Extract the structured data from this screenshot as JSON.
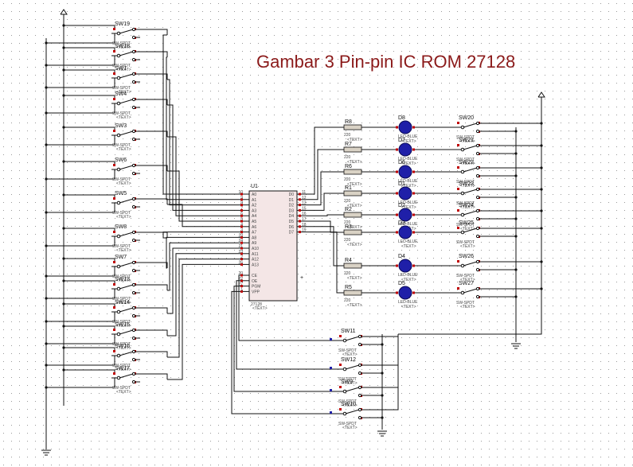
{
  "title": "Gambar 3 Pin-pin IC ROM 27128",
  "colors": {
    "title": "#8b1a1a",
    "ic_body": "#f4e6e6",
    "led": "#1f1fa8",
    "resistor": "#d9d2c5",
    "pin": "#c00000",
    "wire": "#111111",
    "grid": "#9a9a9a"
  },
  "ic": {
    "ref": "U1",
    "part": "27128",
    "text": "<TEXT>",
    "left_pins": [
      {
        "num": "10",
        "name": "A0"
      },
      {
        "num": "9",
        "name": "A1"
      },
      {
        "num": "8",
        "name": "A2"
      },
      {
        "num": "7",
        "name": "A3"
      },
      {
        "num": "6",
        "name": "A4"
      },
      {
        "num": "5",
        "name": "A5"
      },
      {
        "num": "4",
        "name": "A6"
      },
      {
        "num": "3",
        "name": "A7"
      },
      {
        "num": "25",
        "name": "A8"
      },
      {
        "num": "24",
        "name": "A9"
      },
      {
        "num": "21",
        "name": "A10"
      },
      {
        "num": "23",
        "name": "A11"
      },
      {
        "num": "2",
        "name": "A12"
      },
      {
        "num": "26",
        "name": "A13"
      }
    ],
    "ctrl_pins": [
      {
        "num": "20",
        "name": "CE"
      },
      {
        "num": "22",
        "name": "OE"
      },
      {
        "num": "27",
        "name": "PGM"
      },
      {
        "num": "1",
        "name": "VPP"
      }
    ],
    "right_pins": [
      {
        "num": "11",
        "name": "D0"
      },
      {
        "num": "12",
        "name": "D1"
      },
      {
        "num": "13",
        "name": "D2"
      },
      {
        "num": "15",
        "name": "D3"
      },
      {
        "num": "16",
        "name": "D4"
      },
      {
        "num": "17",
        "name": "D5"
      },
      {
        "num": "18",
        "name": "D6"
      },
      {
        "num": "19",
        "name": "D7"
      }
    ]
  },
  "resistors": [
    {
      "ref": "R8",
      "value": "220",
      "text": "<TEXT>"
    },
    {
      "ref": "R7",
      "value": "220",
      "text": "<TEXT>"
    },
    {
      "ref": "R6",
      "value": "220",
      "text": "<TEXT>"
    },
    {
      "ref": "R1",
      "value": "220",
      "text": "<TEXT>"
    },
    {
      "ref": "R2",
      "value": "220",
      "text": "<TEXT>"
    },
    {
      "ref": "R3",
      "value": "220",
      "text": "<TEXT>"
    },
    {
      "ref": "R4",
      "value": "220",
      "text": "<TEXT>"
    },
    {
      "ref": "R5",
      "value": "220",
      "text": "<TEXT>"
    }
  ],
  "leds": [
    {
      "ref": "D8",
      "part": "LED-BLUE",
      "text": "<TEXT>"
    },
    {
      "ref": "D7",
      "part": "LED-BLUE",
      "text": "<TEXT>"
    },
    {
      "ref": "D6",
      "part": "LED-BLUE",
      "text": "<TEXT>"
    },
    {
      "ref": "D1",
      "part": "LED-BLUE",
      "text": "<TEXT>"
    },
    {
      "ref": "D2",
      "part": "LED-BLUE",
      "text": "<TEXT>"
    },
    {
      "ref": "D3",
      "part": "LED-BLUE",
      "text": "<TEXT>"
    },
    {
      "ref": "D4",
      "part": "LED-BLUE",
      "text": "<TEXT>"
    },
    {
      "ref": "D5",
      "part": "LED-BLUE",
      "text": "<TEXT>"
    }
  ],
  "left_switches": [
    {
      "ref": "SW19",
      "part": "SW-SPDT",
      "text": "<TEXT>"
    },
    {
      "ref": "SW18",
      "part": "SW-SPDT",
      "text": "<TEXT>"
    },
    {
      "ref": "SW1",
      "part": "SW-SPDT",
      "text": "<TEXT>"
    },
    {
      "ref": "SW4",
      "part": "SW-SPDT",
      "text": "<TEXT>"
    },
    {
      "ref": "SW3",
      "part": "SW-SPDT",
      "text": "<TEXT>"
    },
    {
      "ref": "SW6",
      "part": "SW-SPDT",
      "text": "<TEXT>"
    },
    {
      "ref": "SW5",
      "part": "SW-SPDT",
      "text": "<TEXT>"
    },
    {
      "ref": "SW8",
      "part": "SW-SPDT",
      "text": "<TEXT>"
    },
    {
      "ref": "SW7",
      "part": "SW-SPDT",
      "text": "<TEXT>"
    },
    {
      "ref": "SW13",
      "part": "SW-SPDT",
      "text": "<TEXT>"
    },
    {
      "ref": "SW14",
      "part": "SW-SPDT",
      "text": "<TEXT>"
    },
    {
      "ref": "SW15",
      "part": "SW-SPDT",
      "text": "<TEXT>"
    },
    {
      "ref": "SW16",
      "part": "SW-SPDT",
      "text": "<TEXT>"
    },
    {
      "ref": "SW17",
      "part": "SW-SPDT",
      "text": "<TEXT>"
    }
  ],
  "right_switches": [
    {
      "ref": "SW20",
      "part": "SW-SPDT",
      "text": "<TEXT>"
    },
    {
      "ref": "SW21",
      "part": "SW-SPDT",
      "text": "<TEXT>"
    },
    {
      "ref": "SW22",
      "part": "SW-SPDT",
      "text": "<TEXT>"
    },
    {
      "ref": "SW23",
      "part": "SW-SPDT",
      "text": "<TEXT>"
    },
    {
      "ref": "SW24",
      "part": "SW-SPDT",
      "text": "<TEXT>"
    },
    {
      "ref": "SW25",
      "part": "SW-SPDT",
      "text": "<TEXT>"
    },
    {
      "ref": "SW26",
      "part": "SW-SPDT",
      "text": "<TEXT>"
    },
    {
      "ref": "SW27",
      "part": "SW-SPDT",
      "text": "<TEXT>"
    }
  ],
  "bottom_switches": [
    {
      "ref": "SW11",
      "part": "SW-SPDT",
      "text": "<TEXT>"
    },
    {
      "ref": "SW12",
      "part": "SW-SPDT",
      "text": "<TEXT>"
    },
    {
      "ref": "SW9",
      "part": "SW-SPDT",
      "text": "<TEXT>"
    },
    {
      "ref": "SW10",
      "part": "SW-SPDT",
      "text": "<TEXT>"
    }
  ]
}
